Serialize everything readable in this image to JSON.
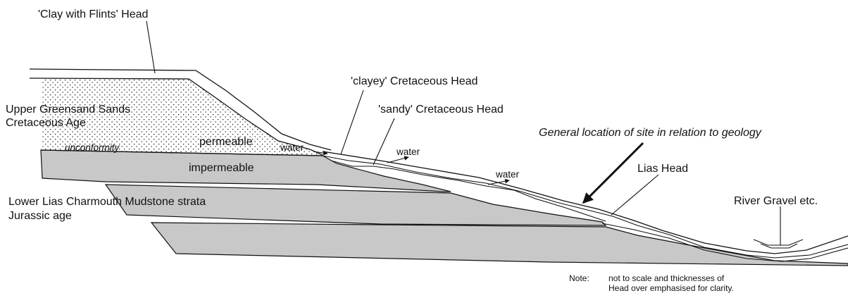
{
  "labels": {
    "clay_flints_head": "'Clay with Flints'  Head",
    "clayey_head": "'clayey' Cretaceous Head",
    "sandy_head": "'sandy' Cretaceous Head",
    "upper_greensand_1": "Upper Greensand Sands",
    "upper_greensand_2": "Cretaceous Age",
    "unconformity": "unconformity",
    "permeable": "permeable",
    "impermeable": "impermeable",
    "water_1": "water",
    "water_2": "water",
    "water_3": "water",
    "site_location": "General location of site in relation to geology",
    "lias_head": "Lias Head",
    "lower_lias_1": "Lower Lias Charmouth Mudstone strata",
    "lower_lias_2": "Jurassic age",
    "river_gravel": "River Gravel etc."
  },
  "note": {
    "label": "Note:",
    "line_1": "not to scale and thicknesses of",
    "line_2": "Head over emphasised for clarity."
  },
  "colors": {
    "mudstone": "#c8c8c8",
    "line": "#111111",
    "background": "#ffffff"
  }
}
